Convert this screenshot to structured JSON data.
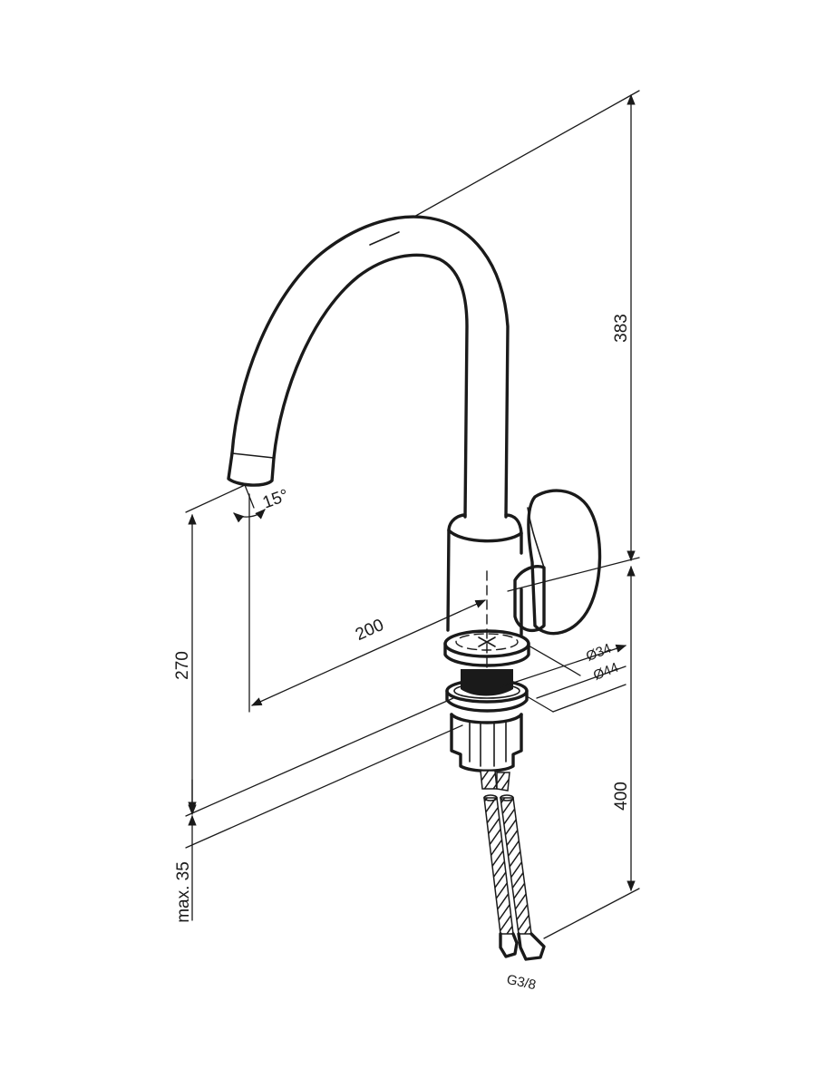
{
  "dimensions": {
    "total_height": "383",
    "spout_height": "270",
    "spout_reach": "200",
    "spout_angle": "15°",
    "diameter_inner": "Ø34",
    "diameter_outer": "Ø44",
    "hose_length": "400",
    "max_deck_thickness": "max. 35",
    "hose_thread": "G3/8"
  },
  "colors": {
    "line": "#1a1a1a",
    "background": "#ffffff"
  }
}
